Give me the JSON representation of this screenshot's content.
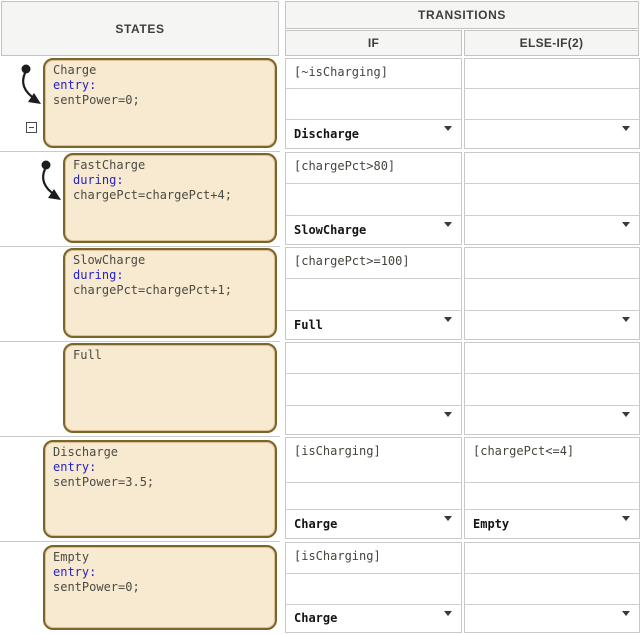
{
  "table": {
    "states_header": "STATES",
    "transitions_header": "TRANSITIONS",
    "if_header": "IF",
    "elseif_header": "ELSE-IF(2)"
  },
  "rows": [
    {
      "state": {
        "name": "Charge",
        "keyword": "entry:",
        "action": "sentPower=0;"
      },
      "if": {
        "condition": "[~isCharging]",
        "action": "",
        "destination": "Discharge"
      },
      "elseif": {
        "condition": "",
        "action": "",
        "destination": ""
      }
    },
    {
      "state": {
        "name": "FastCharge",
        "keyword": "during:",
        "action": "chargePct=chargePct+4;"
      },
      "if": {
        "condition": "[chargePct>80]",
        "action": "",
        "destination": "SlowCharge"
      },
      "elseif": {
        "condition": "",
        "action": "",
        "destination": ""
      }
    },
    {
      "state": {
        "name": "SlowCharge",
        "keyword": "during:",
        "action": "chargePct=chargePct+1;"
      },
      "if": {
        "condition": "[chargePct>=100]",
        "action": "",
        "destination": "Full"
      },
      "elseif": {
        "condition": "",
        "action": "",
        "destination": ""
      }
    },
    {
      "state": {
        "name": "Full",
        "keyword": "",
        "action": ""
      },
      "if": {
        "condition": "",
        "action": "",
        "destination": ""
      },
      "elseif": {
        "condition": "",
        "action": "",
        "destination": ""
      }
    },
    {
      "state": {
        "name": "Discharge",
        "keyword": "entry:",
        "action": "sentPower=3.5;"
      },
      "if": {
        "condition": "[isCharging]",
        "action": "",
        "destination": "Charge"
      },
      "elseif": {
        "condition": "[chargePct<=4]",
        "action": "",
        "destination": "Empty"
      }
    },
    {
      "state": {
        "name": "Empty",
        "keyword": "entry:",
        "action": "sentPower=0;"
      },
      "if": {
        "condition": "[isCharging]",
        "action": "",
        "destination": "Charge"
      },
      "elseif": {
        "condition": "",
        "action": "",
        "destination": ""
      }
    }
  ],
  "colors": {
    "state_fill": "#f8e9d1",
    "state_border": "#7c6529",
    "keyword_blue": "#2323c8",
    "header_bg": "#f5f5f4",
    "grid_border": "#c9c9c9"
  }
}
